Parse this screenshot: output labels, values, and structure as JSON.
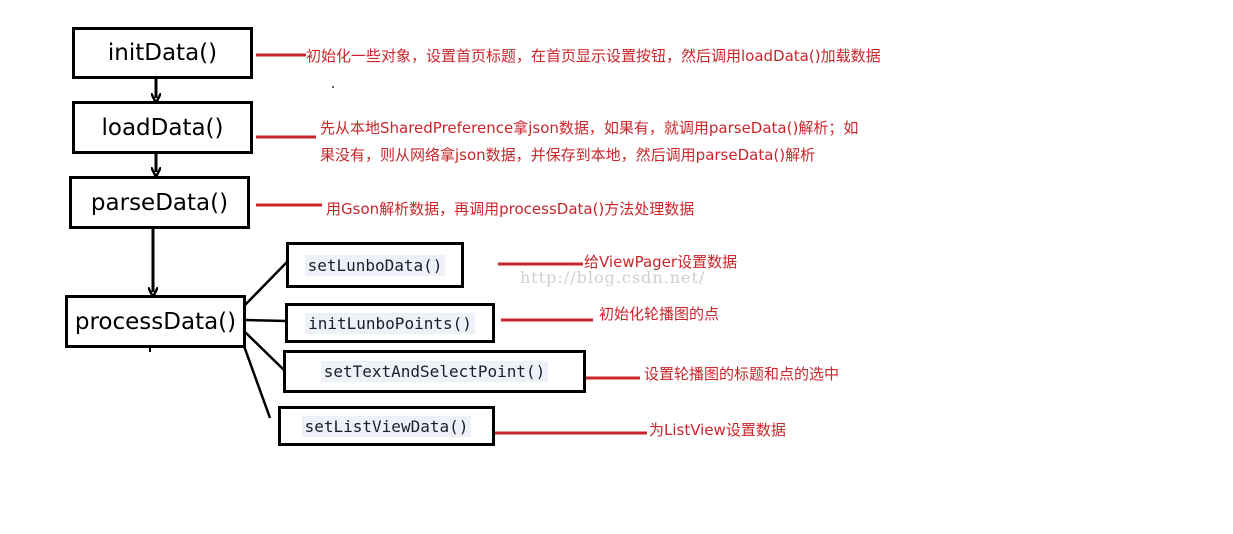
{
  "diagram": {
    "main_boxes": [
      "initData()",
      "loadData()",
      "parseData()",
      "processData()"
    ],
    "sub_boxes": [
      "setLunboData()",
      "initLunboPoints()",
      "setTextAndSelectPoint()",
      "setListViewData()"
    ],
    "notes": {
      "init": "初始化一些对象，设置首页标题，在首页显示设置按钮，然后调用loadData()加载数据",
      "load_line1": "先从本地SharedPreference拿json数据，如果有，就调用parseData()解析；如",
      "load_line2": "果没有，则从网络拿json数据，并保存到本地，然后调用parseData()解析",
      "parse": "用Gson解析数据，再调用processData()方法处理数据",
      "lunbo_data": "给ViewPager设置数据",
      "lunbo_points": "初始化轮播图的点",
      "select_point": "设置轮播图的标题和点的选中",
      "listview": "为ListView设置数据"
    },
    "watermark": "http://blog.csdn.net/"
  },
  "colors": {
    "note": "#c8262b",
    "line": "#000000",
    "code_bg": "#eef1f8"
  }
}
